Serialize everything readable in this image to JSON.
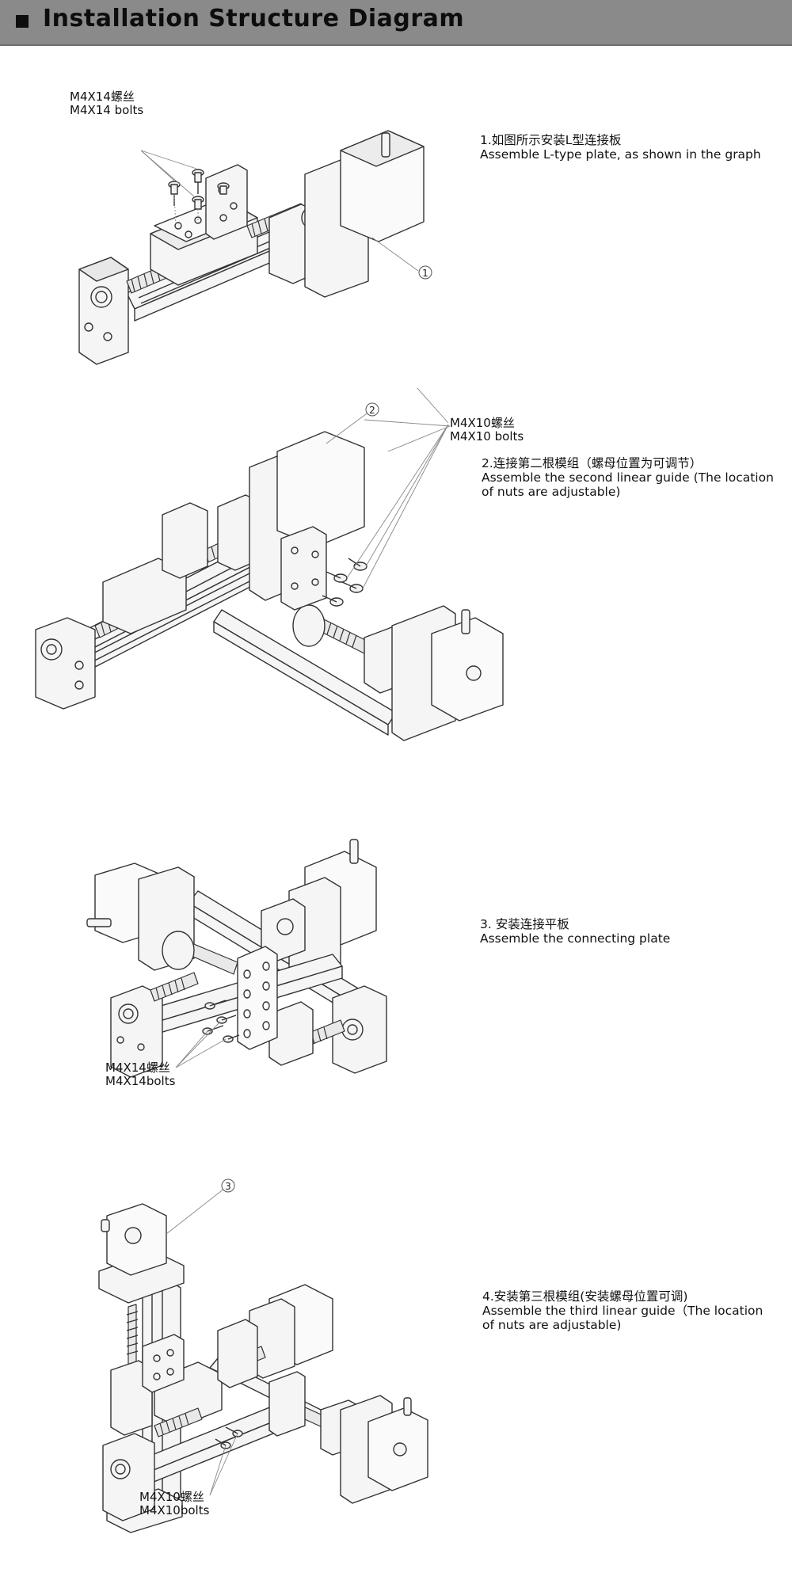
{
  "header": {
    "title": "Installation Structure Diagram"
  },
  "steps": [
    {
      "cn": "1.如图所示安装L型连接板",
      "en": "Assemble L-type plate, as shown in the graph",
      "bolt_cn": "M4X14螺丝",
      "bolt_en": "M4X14 bolts",
      "marker": "1"
    },
    {
      "cn": "2.连接第二根模组（螺母位置为可调节）",
      "en": "Assemble the second linear guide (The location of nuts are adjustable)",
      "bolt_cn": "M4X10螺丝",
      "bolt_en": "M4X10 bolts",
      "marker": "2"
    },
    {
      "cn": "3. 安装连接平板",
      "en": "Assemble the connecting plate",
      "bolt_cn": "M4X14螺丝",
      "bolt_en": "M4X14bolts"
    },
    {
      "cn": "4.安装第三根模组(安装螺母位置可调)",
      "en": "Assemble the third linear guide（The location of nuts are adjustable)",
      "bolt_cn": "M4X10螺丝",
      "bolt_en": "M4X10bolts",
      "marker": "3"
    }
  ],
  "colors": {
    "header_bg": "#8a8a8a",
    "line": "#333333",
    "fill": "#f4f4f4"
  }
}
